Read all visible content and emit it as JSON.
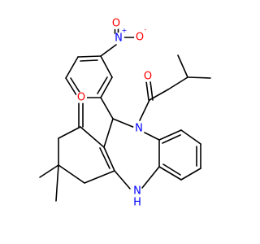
{
  "molecule": {
    "colors": {
      "bond": "#000000",
      "oxygen": "#ff0000",
      "nitrogen": "#0000ff"
    },
    "labels": {
      "nitro_o_top": "O",
      "nitro_n": "N",
      "nitro_o_minus": "O",
      "nitro_plus": "+",
      "nitro_minus": "-",
      "ketone_o": "O",
      "amide_o": "O",
      "amide_n": "N",
      "amine_nh": "N",
      "amine_h": "H"
    }
  }
}
